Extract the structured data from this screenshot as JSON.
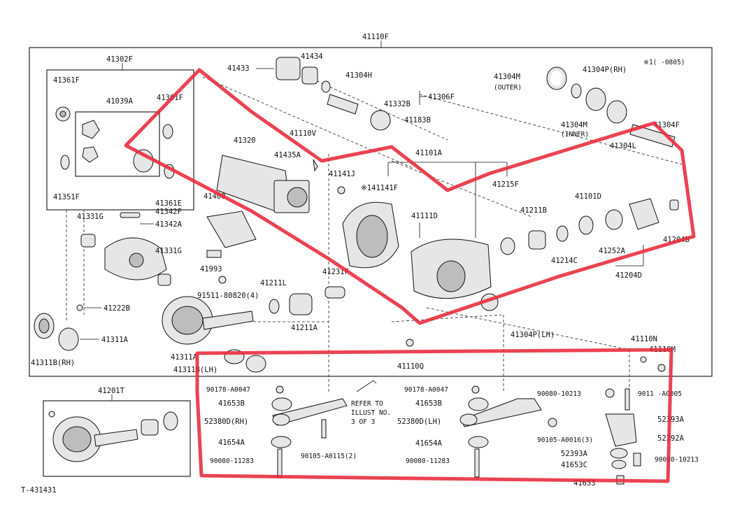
{
  "diagram_id": "T-431431",
  "colors": {
    "line": "#111111",
    "marker": "#e8283a",
    "paper": "#ffffff"
  },
  "assembly_label": "41110F",
  "note": "※1(    -0805)",
  "labels": {
    "l41302F": "41302F",
    "l41361F": "41361F",
    "l41039A": "41039A",
    "l41361F_b": "41361F",
    "l41351F": "41351F",
    "l41361E": "41361E",
    "l41342F": "41342F",
    "l41342A": "41342A",
    "l41331G_a": "41331G",
    "l41331G_b": "41331G",
    "l41222B": "41222B",
    "l41311A": "41311A",
    "l41311B_RH": "41311B(RH)",
    "l41311A_b": "41311A",
    "l41311B_LH": "41311B(LH)",
    "l41433": "41433",
    "l41434": "41434",
    "l41304H": "41304H",
    "l41306F": "41306F",
    "l41332B": "41332B",
    "l41183B": "41183B",
    "l41320": "41320",
    "l41110V": "41110V",
    "l41435A": "41435A",
    "l41400": "41400",
    "l41993": "41993",
    "l91511": "91511-80820(4)",
    "l41141J": "41141J",
    "l141141F": "※141141F",
    "l41101A": "41101A",
    "l41215F": "41215F",
    "l41111D": "41111D",
    "l41231F": "41231F",
    "l41211L": "41211L",
    "l41211A": "41211A",
    "l41304M_outer": "41304M",
    "outer": "(OUTER)",
    "l41304M_inner": "41304M",
    "inner": "(INNER)",
    "l41304P_RH": "41304P(RH)",
    "l41304F": "41304F",
    "l41304L": "41304L",
    "l41211B": "41211B",
    "l41101D": "41101D",
    "l41214C": "41214C",
    "l41252A": "41252A",
    "l41204B": "41204B",
    "l41204D": "41204D",
    "l41304P_LH": "41304P(LH)",
    "l41110Q": "41110Q",
    "l41110N": "41110N",
    "l41110M": "41110M",
    "l41201T": "41201T",
    "l90178_a": "90178-A0047",
    "l41653B_a": "41653B",
    "l52380D_RH": "52380D(RH)",
    "l41654A_a": "41654A",
    "l90080_11283_a": "90080-11283",
    "l90105_A0115": "90105-A0115(2)",
    "refer1": "REFER TO",
    "refer2": "ILLUST NO.",
    "refer3": "3 OF 3",
    "l90178_b": "90178-A0047",
    "l41653B_b": "41653B",
    "l52380D_LH": "52380D(LH)",
    "l41654A_b": "41654A",
    "l90080_11283_b": "90080-11283",
    "l90105_A0016": "90105-A0016(3)",
    "l90080_10213_a": "90080-10213",
    "l9011_A0005": "9011 -A0005",
    "l52393A_a": "52393A",
    "l52392A": "52392A",
    "l52393A_b": "52393A",
    "l41653C": "41653C",
    "l90080_10213_b": "90080-10213",
    "l41653_bottom": "41653"
  }
}
